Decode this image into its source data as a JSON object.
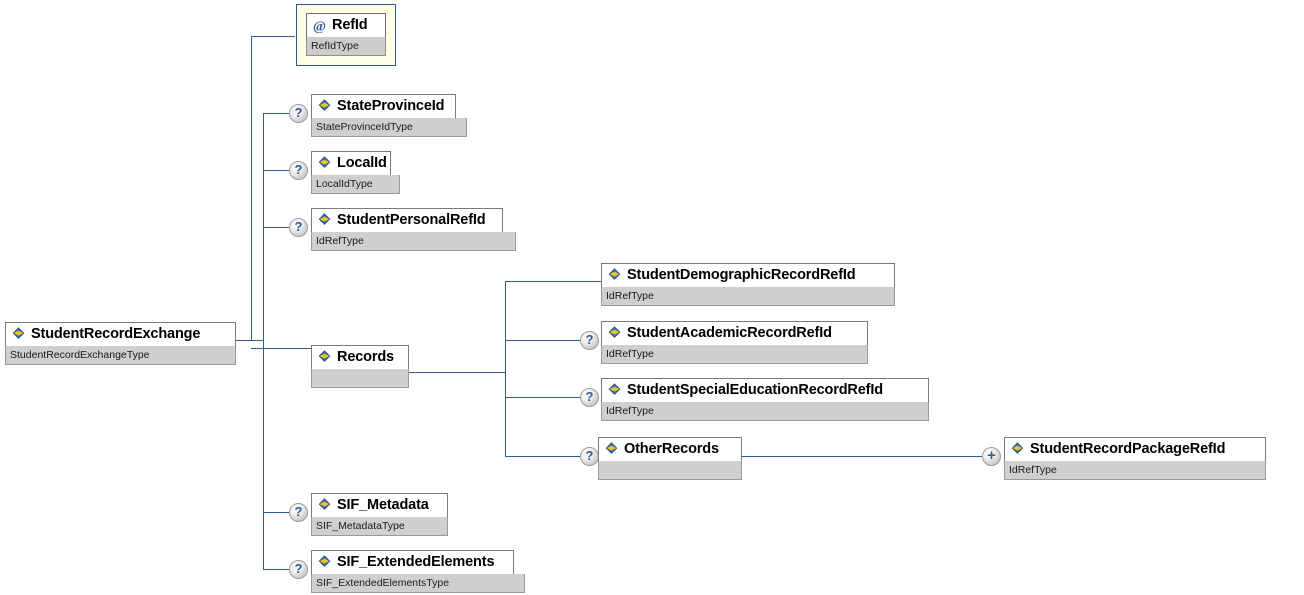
{
  "diagram": {
    "title": "StudentRecordExchange XSD element tree",
    "line_color": "#2f5c8f",
    "element_icon": "element-icon",
    "attribute_icon": "at-sign-icon",
    "optional_marker": "?",
    "expand_marker": "+"
  },
  "nodes": {
    "root": {
      "name": "StudentRecordExchange",
      "type": "StudentRecordExchangeType",
      "icon": "element-icon",
      "marker": ""
    },
    "refId": {
      "name": "RefId",
      "type": "RefIdType",
      "icon": "at-sign-icon",
      "marker": ""
    },
    "stateProvinceId": {
      "name": "StateProvinceId",
      "type": "StateProvinceIdType",
      "icon": "element-icon",
      "marker": "?"
    },
    "localId": {
      "name": "LocalId",
      "type": "LocalIdType",
      "icon": "element-icon",
      "marker": "?"
    },
    "studentPersonalRefId": {
      "name": "StudentPersonalRefId",
      "type": "IdRefType",
      "icon": "element-icon",
      "marker": "?"
    },
    "records": {
      "name": "Records",
      "type": "",
      "icon": "element-icon",
      "marker": ""
    },
    "studentDemographicRecordRefId": {
      "name": "StudentDemographicRecordRefId",
      "type": "IdRefType",
      "icon": "element-icon",
      "marker": ""
    },
    "studentAcademicRecordRefId": {
      "name": "StudentAcademicRecordRefId",
      "type": "IdRefType",
      "icon": "element-icon",
      "marker": "?"
    },
    "studentSpecialEducationRecordRefId": {
      "name": "StudentSpecialEducationRecordRefId",
      "type": "IdRefType",
      "icon": "element-icon",
      "marker": "?"
    },
    "otherRecords": {
      "name": "OtherRecords",
      "type": "",
      "icon": "element-icon",
      "marker": "?"
    },
    "studentRecordPackageRefId": {
      "name": "StudentRecordPackageRefId",
      "type": "IdRefType",
      "icon": "element-icon",
      "marker": "+"
    },
    "sifMetadata": {
      "name": "SIF_Metadata",
      "type": "SIF_MetadataType",
      "icon": "element-icon",
      "marker": "?"
    },
    "sifExtendedElements": {
      "name": "SIF_ExtendedElements",
      "type": "SIF_ExtendedElementsType",
      "icon": "element-icon",
      "marker": "?"
    }
  }
}
